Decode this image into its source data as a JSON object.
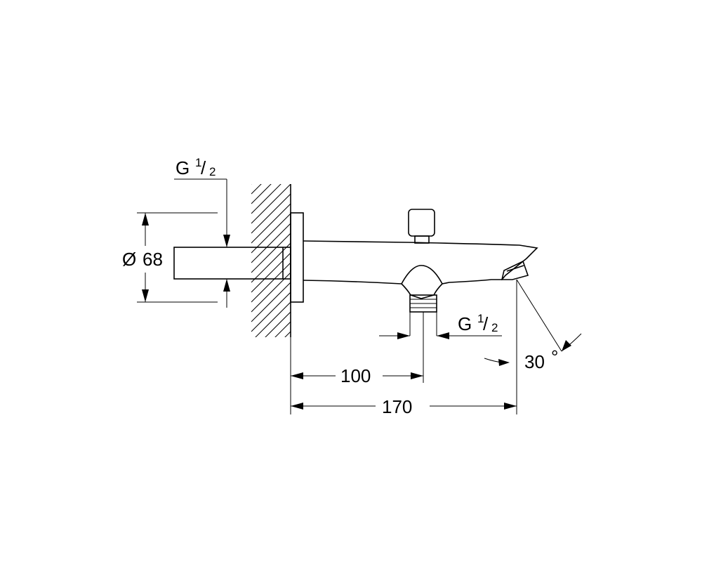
{
  "drawing": {
    "inlet_thread": {
      "g": "G",
      "num": "1",
      "den": "2"
    },
    "diameter": {
      "symbol": "Ø",
      "value": "68"
    },
    "outlet_thread": {
      "g": "G",
      "num": "1",
      "den": "2"
    },
    "dim_100": "100",
    "dim_170": "170",
    "angle": {
      "value": "30",
      "unit": "°"
    }
  }
}
